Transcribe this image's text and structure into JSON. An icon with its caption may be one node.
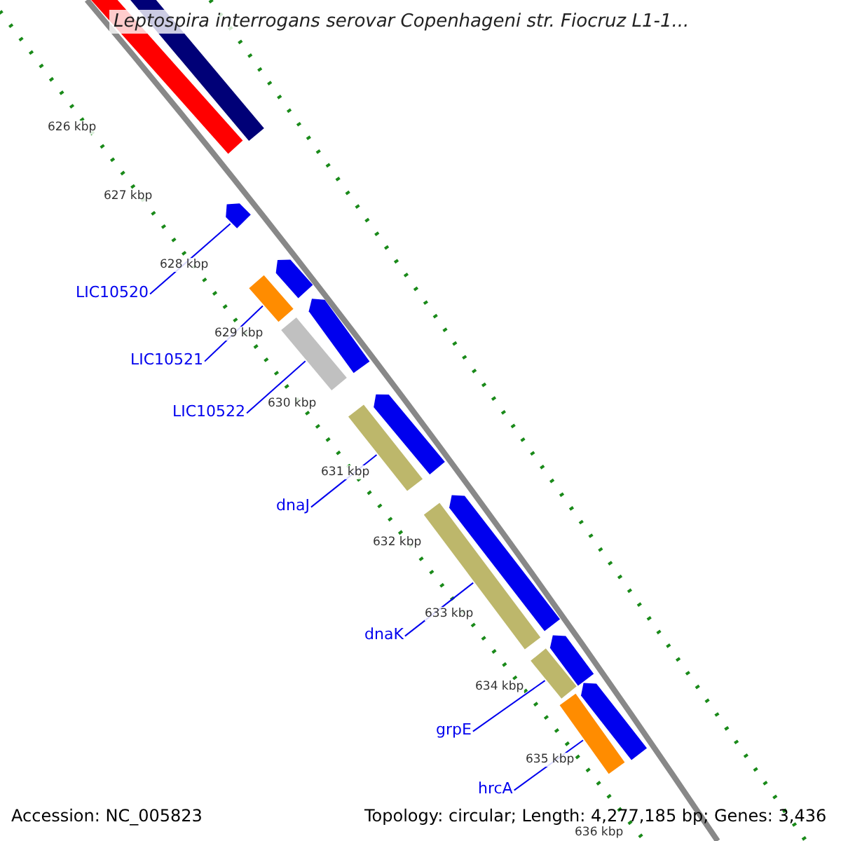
{
  "diagram": {
    "title": "Leptospira interrogans serovar Copenhageni str. Fiocruz L1-1...",
    "nodes": [
      {
        "text": [
          "LIC10520"
        ]
      },
      {
        "text": [
          "LIC10521"
        ]
      },
      {
        "text": [
          "LIC10522"
        ]
      },
      {
        "text": [
          "dnaJ"
        ]
      },
      {
        "text": [
          "dnaK"
        ]
      },
      {
        "text": [
          "grpE"
        ]
      },
      {
        "text": [
          "hrcA"
        ]
      },
      {
        "text": [],
        "shape": "bar"
      },
      {
        "text": [],
        "shape": "bar"
      },
      {
        "text": [],
        "shape": "bar"
      },
      {
        "text": [],
        "shape": "bar"
      },
      {
        "text": [],
        "shape": "bar"
      },
      {
        "text": [],
        "shape": "bar"
      },
      {
        "text": [],
        "shape": "bar"
      },
      {
        "text": [],
        "shape": "bar"
      },
      {
        "text": [],
        "shape": "bar"
      },
      {
        "text": [],
        "shape": "bar"
      },
      {
        "text": [],
        "shape": "bar"
      },
      {
        "text": [],
        "shape": "bar"
      },
      {
        "text": [],
        "shape": "bar"
      },
      {
        "text": [],
        "shape": "bar"
      },
      {
        "text": [],
        "shape": "bar"
      }
    ],
    "edges": [
      {
        "from": 0,
        "to": 7,
        "arrow": "none"
      },
      {
        "from": 1,
        "to": 8,
        "arrow": "none"
      },
      {
        "from": 2,
        "to": 9,
        "arrow": "none"
      },
      {
        "from": 3,
        "to": 10,
        "arrow": "none"
      },
      {
        "from": 4,
        "to": 11,
        "arrow": "none"
      },
      {
        "from": 5,
        "to": 12,
        "arrow": "none"
      },
      {
        "from": 6,
        "to": 13,
        "arrow": "none"
      }
    ],
    "labels": [
      "626 kbp",
      "627 kbp",
      "628 kbp",
      "629 kbp",
      "630 kbp",
      "631 kbp",
      "632 kbp",
      "633 kbp",
      "634 kbp",
      "635 kbp",
      "636 kbp",
      "Accession: NC_005823",
      "Topology: circular; Length: 4,277,185 bp; Genes: 3,436"
    ]
  }
}
